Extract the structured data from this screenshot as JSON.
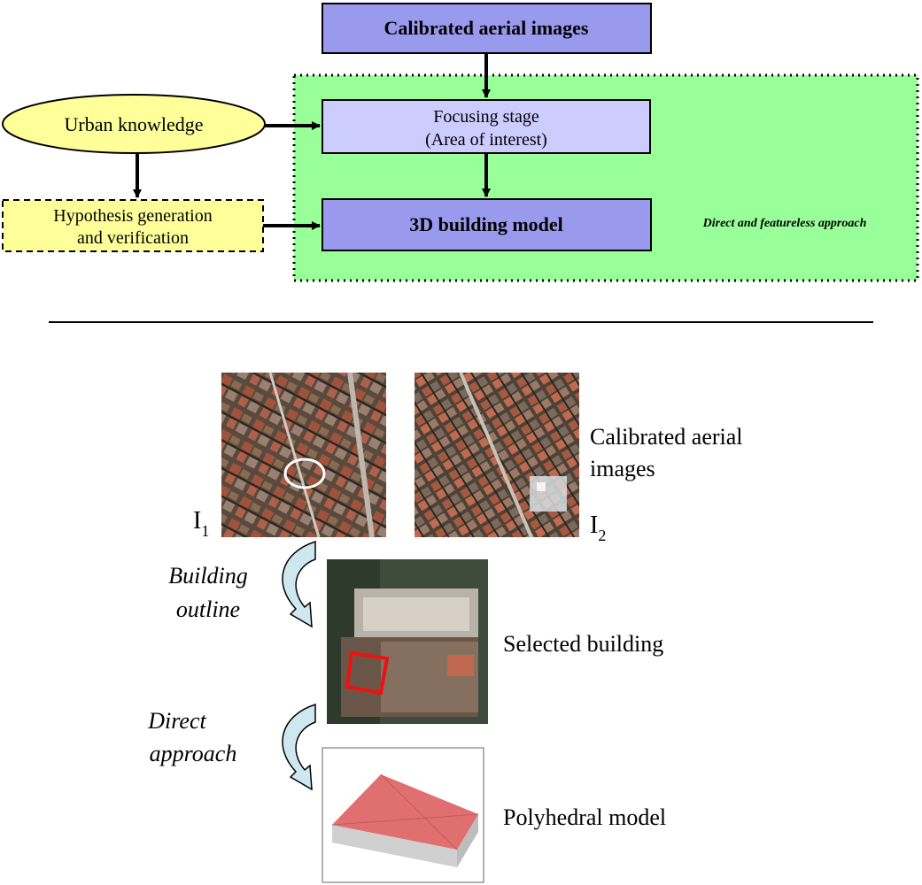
{
  "flow": {
    "calibrated_images": "Calibrated aerial images",
    "urban_knowledge": "Urban knowledge",
    "focusing_line1": "Focusing stage",
    "focusing_line2": "(Area of interest)",
    "hypothesis_line1": "Hypothesis generation",
    "hypothesis_line2": "and verification",
    "model_3d": "3D building model",
    "approach_label": "Direct and featureless approach"
  },
  "pipeline": {
    "image_label_1": "I",
    "image_label_1_sub": "1",
    "image_label_2": "I",
    "image_label_2_sub": "2",
    "calibrated_line1": "Calibrated aerial",
    "calibrated_line2": "images",
    "step1_line1": "Building",
    "step1_line2": "outline",
    "selected_building": "Selected building",
    "step2_line1": "Direct",
    "step2_line2": "approach",
    "polyhedral_model": "Polyhedral model"
  },
  "colors": {
    "primary_box": "#9999ee",
    "focus_box": "#ccccff",
    "knowledge_fill": "#ffff99",
    "region_fill": "#99ff99",
    "arrow_fill": "#cfe8f0",
    "roof": "#e07070",
    "outline_red": "#ee1111"
  }
}
